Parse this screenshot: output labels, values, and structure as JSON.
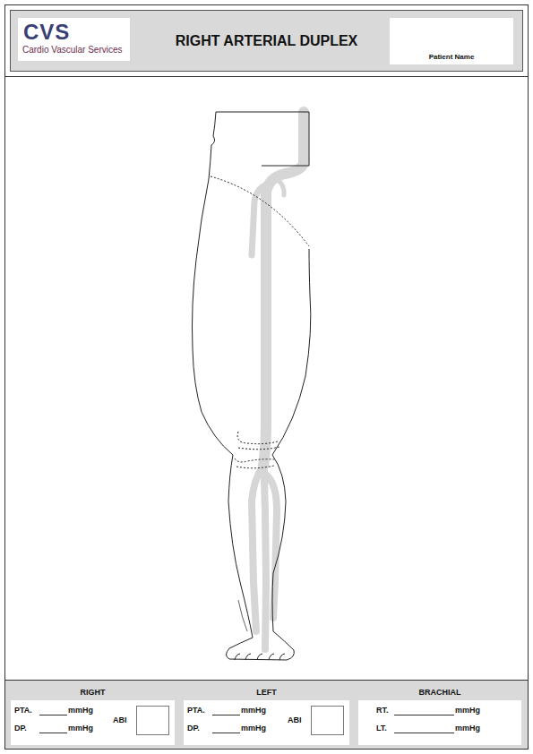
{
  "diagram": {
    "title": "RIGHT ARTERIAL DUPLEX",
    "nodes": [
      {
        "text": [
          "CVS",
          "Cardio Vascular Services"
        ]
      },
      {
        "text": [
          "Patient Name"
        ]
      },
      {
        "text": [
          "RIGHT",
          "PTA.",
          "mmHg",
          "DP.",
          "mmHg"
        ]
      },
      {
        "text": [
          "ABI"
        ],
        "in": 2
      },
      {
        "text": [
          "LEFT",
          "PTA.",
          "mmHg",
          "DP.",
          "mmHg"
        ]
      },
      {
        "text": [
          "ABI"
        ],
        "in": 4
      },
      {
        "text": [
          "BRACHIAL",
          "RT.",
          "mmHg",
          "LT.",
          "mmHg"
        ]
      }
    ]
  }
}
